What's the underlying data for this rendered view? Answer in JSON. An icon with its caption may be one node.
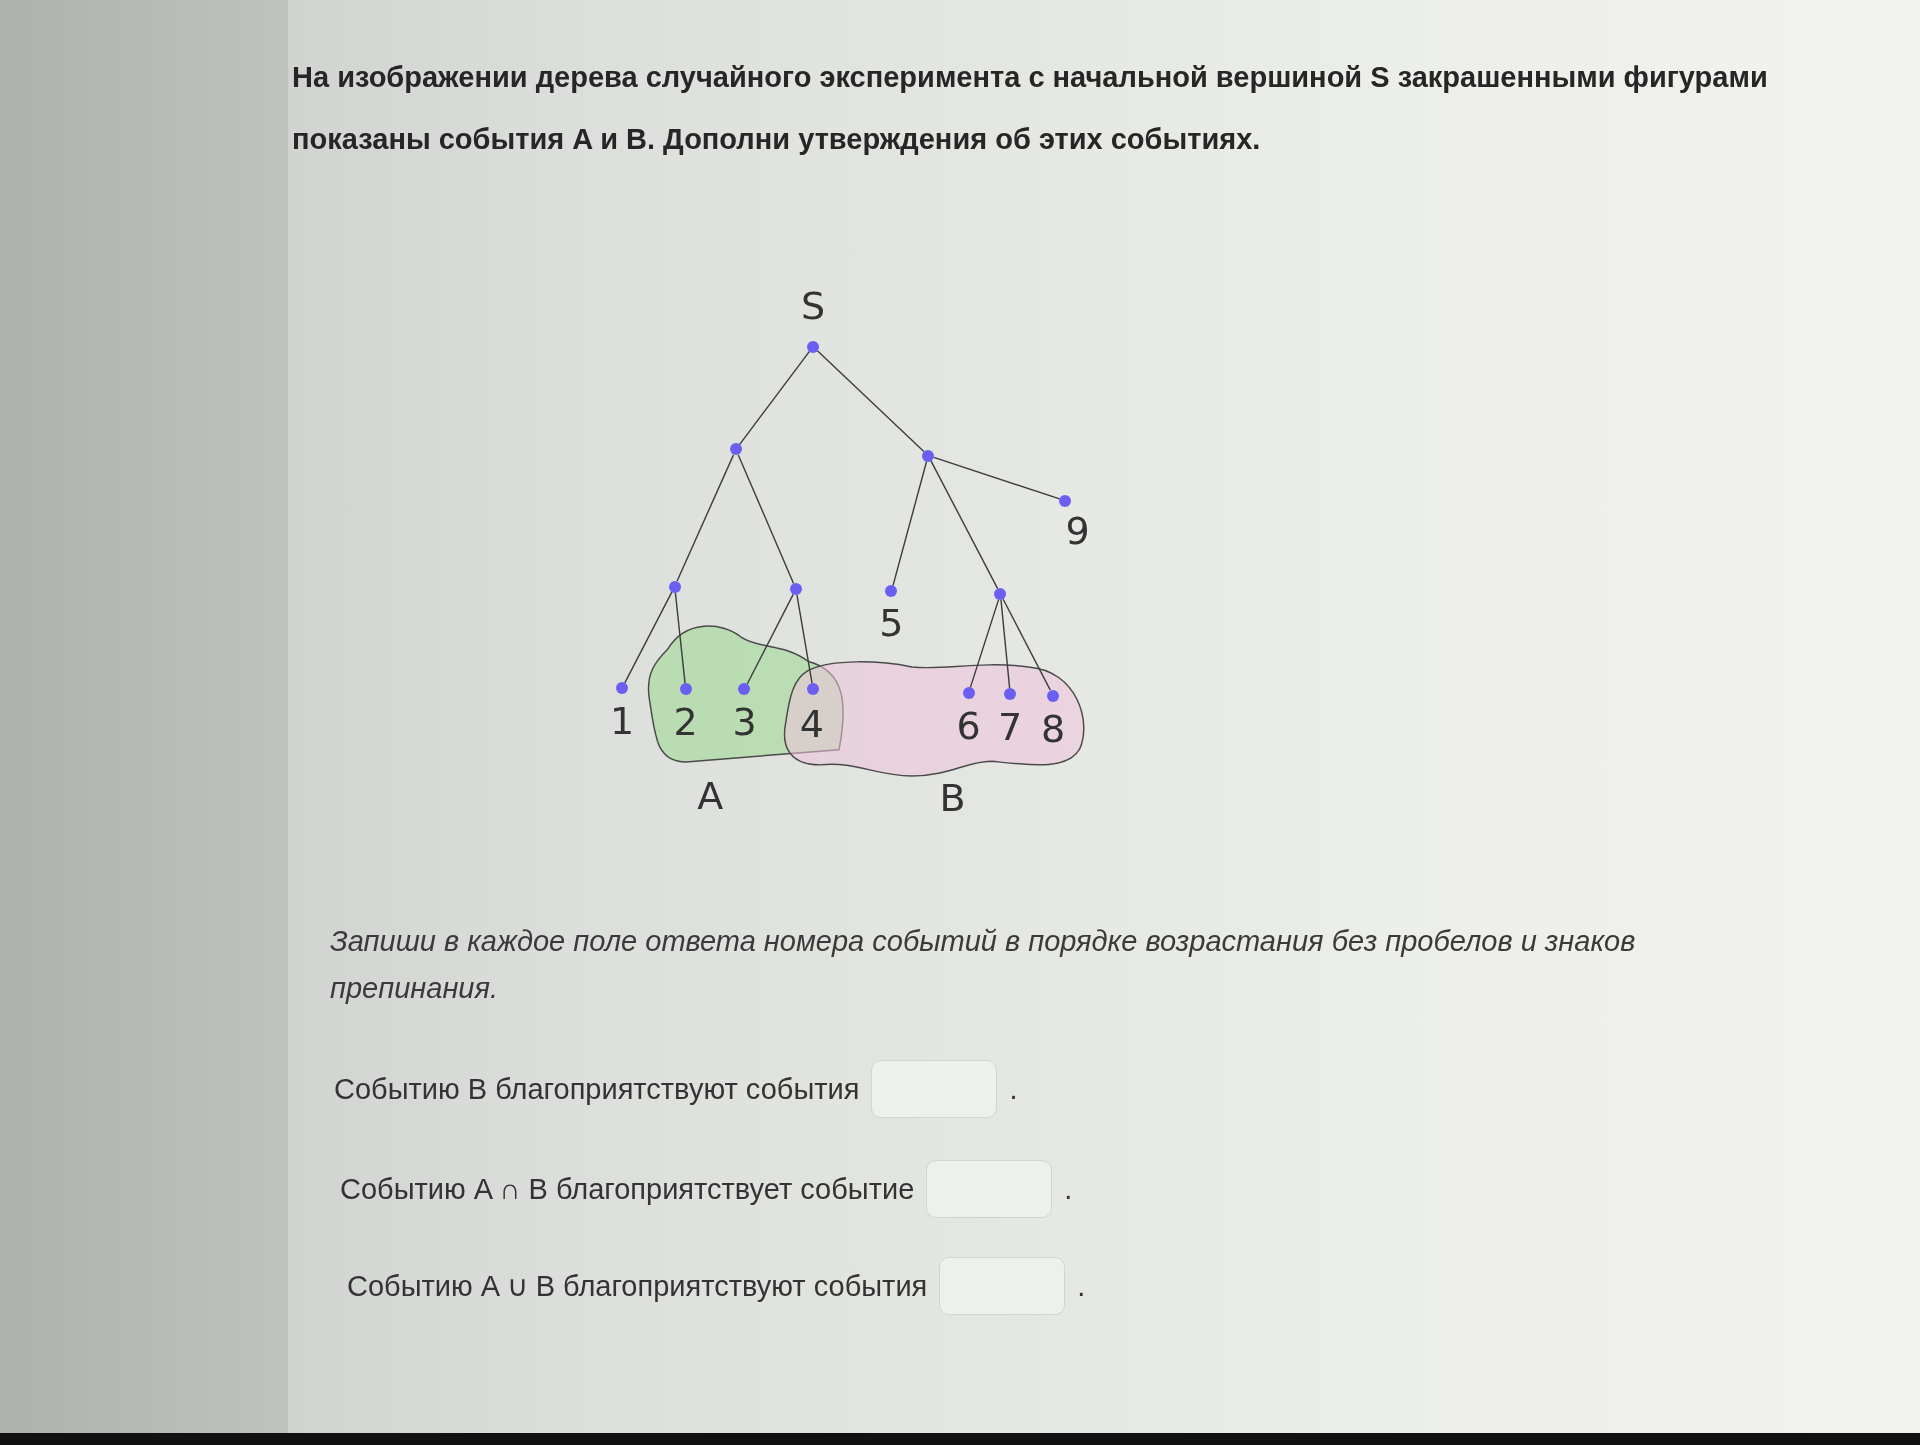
{
  "diagram": {
    "title": "На изображении дерева случайного эксперимента с начальной вершиной S закрашенными фигурами показаны события A и B. Дополни утверждения об этих событиях.",
    "nodes": [
      {
        "text": [
          "S"
        ]
      },
      {
        "text": [],
        "shape": "circle"
      },
      {
        "text": [],
        "shape": "circle"
      },
      {
        "text": [],
        "shape": "circle"
      },
      {
        "text": [],
        "shape": "circle"
      },
      {
        "text": [
          "5"
        ]
      },
      {
        "text": [],
        "shape": "circle"
      },
      {
        "text": [
          "9"
        ]
      },
      {
        "text": [
          "A"
        ]
      },
      {
        "text": [
          "B"
        ]
      },
      {
        "text": [
          "1"
        ]
      },
      {
        "text": [
          "2"
        ],
        "in": 8
      },
      {
        "text": [
          "3"
        ],
        "in": 8
      },
      {
        "text": [
          "4"
        ]
      },
      {
        "text": [
          "6"
        ],
        "in": 9
      },
      {
        "text": [
          "7"
        ],
        "in": 9
      },
      {
        "text": [
          "8"
        ],
        "in": 9
      }
    ],
    "edges": [
      {
        "from": 0,
        "to": 1,
        "arrow": "none"
      },
      {
        "from": 0,
        "to": 2,
        "arrow": "none"
      },
      {
        "from": 1,
        "to": 3,
        "arrow": "none"
      },
      {
        "from": 1,
        "to": 4,
        "arrow": "none"
      },
      {
        "from": 2,
        "to": 5,
        "arrow": "none"
      },
      {
        "from": 2,
        "to": 6,
        "arrow": "none"
      },
      {
        "from": 2,
        "to": 7,
        "arrow": "none"
      },
      {
        "from": 3,
        "to": 10,
        "arrow": "none"
      },
      {
        "from": 3,
        "to": 11,
        "arrow": "none"
      },
      {
        "from": 4,
        "to": 12,
        "arrow": "none"
      },
      {
        "from": 4,
        "to": 13,
        "arrow": "none"
      },
      {
        "from": 6,
        "to": 14,
        "arrow": "none"
      },
      {
        "from": 6,
        "to": 15,
        "arrow": "none"
      },
      {
        "from": 6,
        "to": 16,
        "arrow": "none"
      }
    ],
    "labels": [
      "Запиши в каждое поле ответа номера событий в порядке возрастания без пробелов и знаков препинания.",
      "Событию B благоприятствуют события",
      ".",
      "Событию A ∩ B благоприятствует событие",
      ".",
      "Событию A ∪ B благоприятствуют события",
      "."
    ]
  }
}
